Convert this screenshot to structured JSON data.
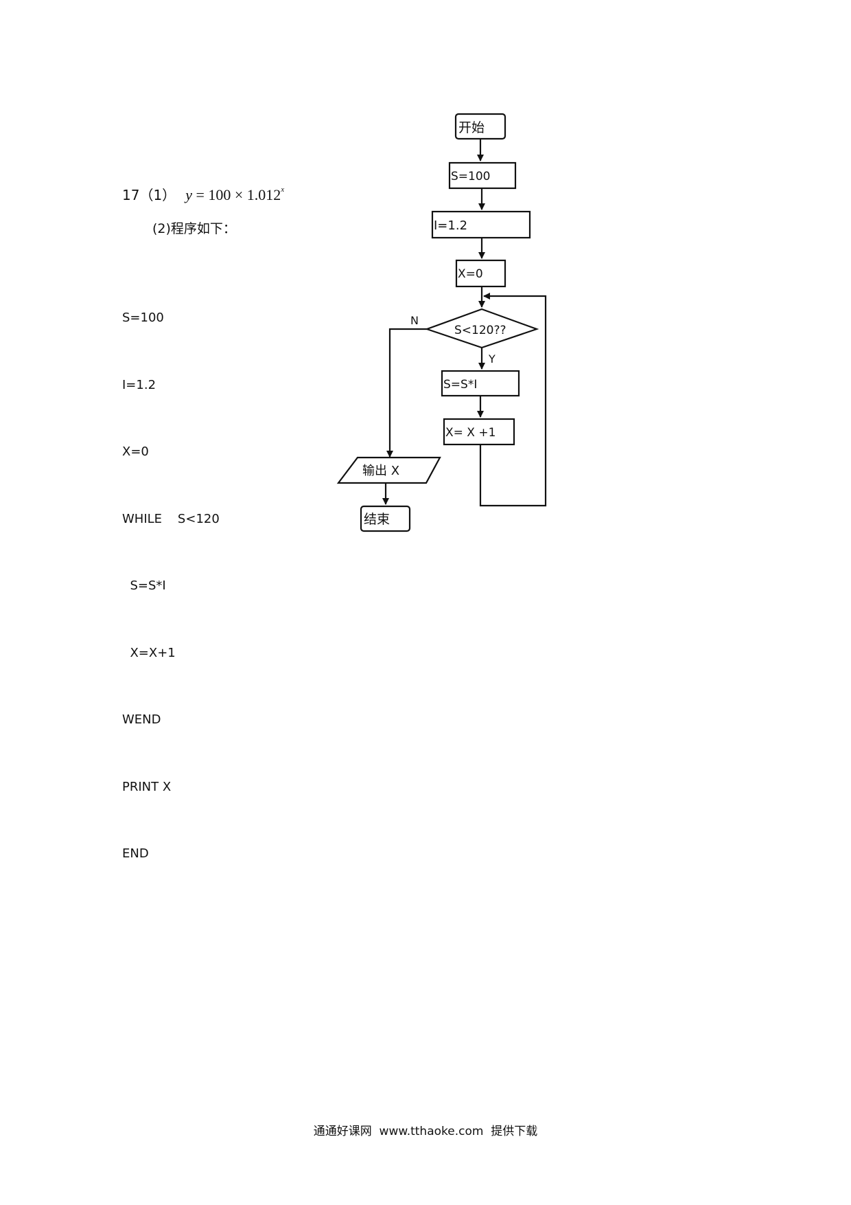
{
  "question": {
    "number": "17（1）",
    "formula": {
      "lhs": "y",
      "equals": " = ",
      "rhs_base": "100 × 1.012",
      "exponent": "x"
    },
    "part2_label": "(2)程序如下："
  },
  "program_lines": [
    "S=100",
    "I=1.2",
    "X=0",
    "WHILE    S<120",
    "  S=S*I",
    "  X=X+1",
    "WEND",
    "PRINT X",
    "END"
  ],
  "flowchart": {
    "start": "开始",
    "s_init": "S=100",
    "i_init": "I=1.2",
    "x_init": "X=0",
    "condition": "S<120??",
    "no_label": "N",
    "yes_label": "Y",
    "update_s": "S=S*I",
    "update_x": "X= X +1",
    "output": "输出 X",
    "end": "结束"
  },
  "footer": "通通好课网  www.tthaoke.com  提供下载"
}
